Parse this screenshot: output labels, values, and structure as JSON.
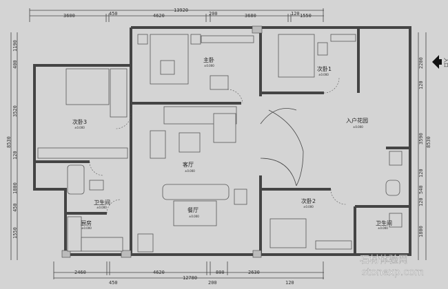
{
  "dimensions": {
    "top_total": "13920",
    "top": [
      "3600",
      "450",
      "4620",
      "200",
      "3680",
      "120",
      "1550"
    ],
    "bottom": [
      "2460",
      "450",
      "4620",
      "200",
      "800",
      "2630",
      "120"
    ],
    "bottom_total": "12780",
    "left": [
      "1190",
      "400",
      "3520",
      "120",
      "1800",
      "450",
      "1550"
    ],
    "left_total": "8530",
    "right": [
      "2200",
      "120",
      "3590",
      "120",
      "540",
      "120",
      "1800"
    ],
    "right_total": "8530"
  },
  "entrance_label": "入口",
  "elevation": "±0.000",
  "rooms": {
    "master_bedroom": "主卧",
    "bedroom1": "次卧1",
    "bedroom2": "次卧2",
    "bedroom3": "次卧3",
    "entry_garden": "入户花园",
    "living_room": "客厅",
    "dining_room": "餐厅",
    "bathroom_left": "卫生间",
    "kitchen": "厨房",
    "bathroom_right": "卫生间"
  },
  "watermark": {
    "cn": "石材体验网",
    "en": "stonexp.com"
  }
}
